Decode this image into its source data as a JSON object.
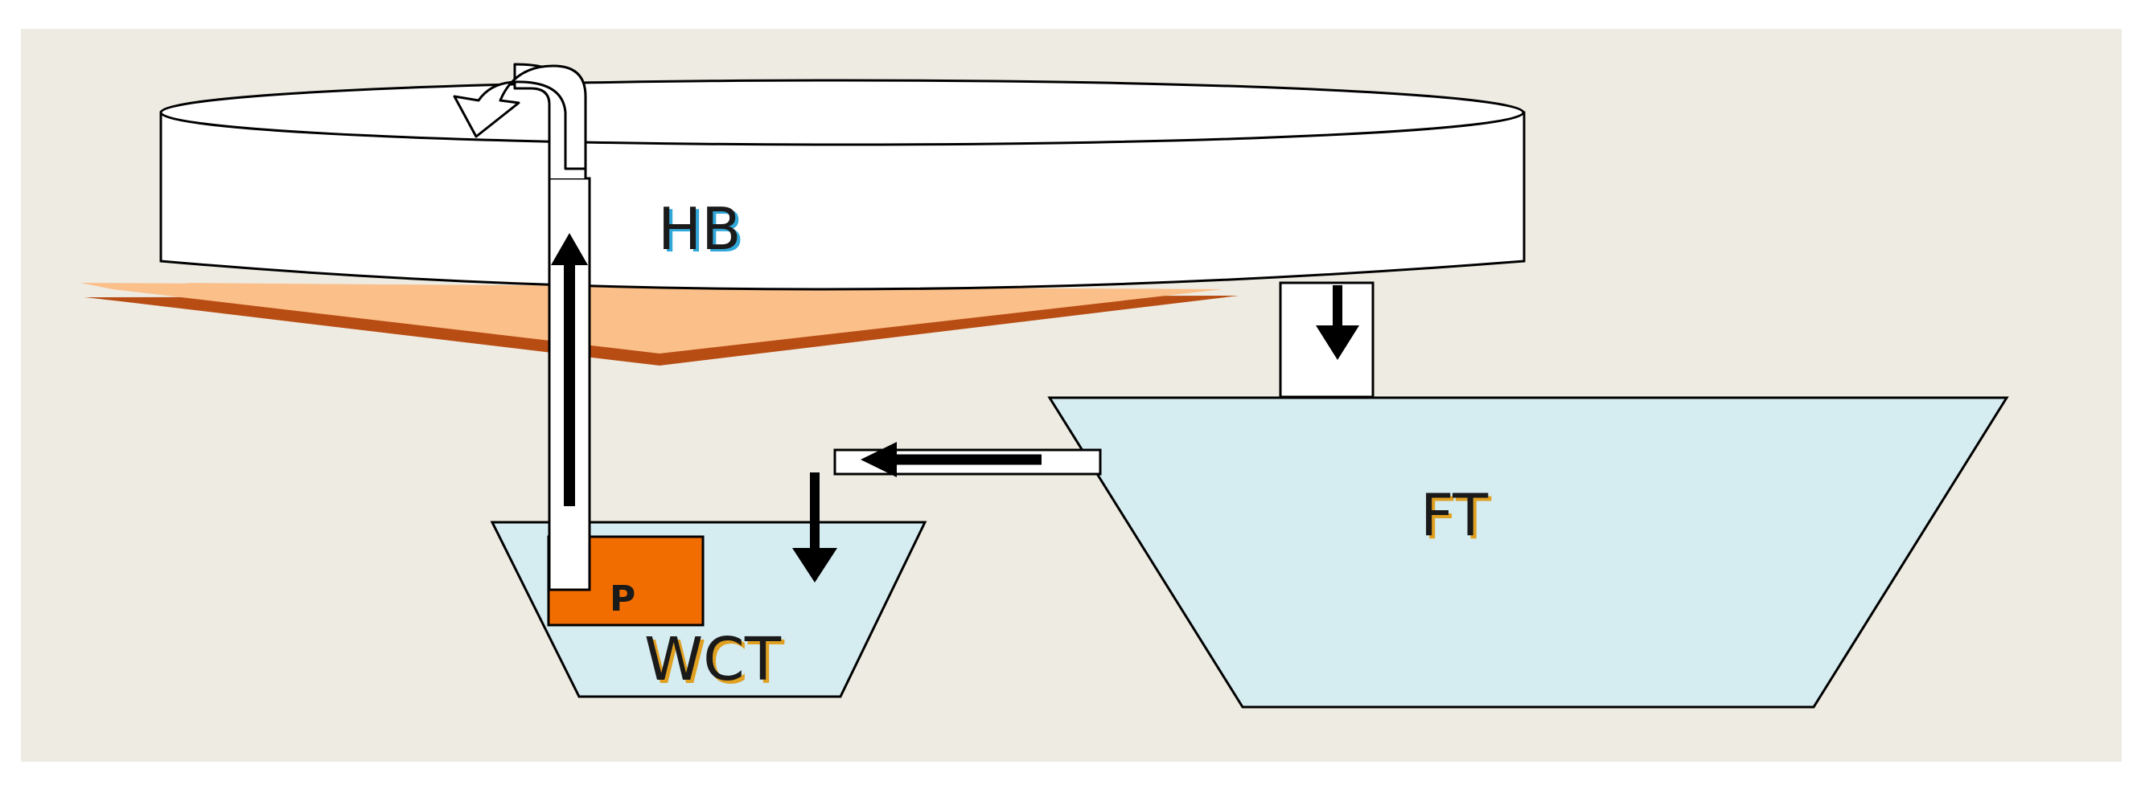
{
  "labels": {
    "hb": "HB",
    "ft": "FT",
    "wct": "WCT",
    "p": "P"
  },
  "colors": {
    "panel_background": "#eeebe2",
    "hb_fill": "#ffffff",
    "tank_fill": "#d5ecf1",
    "outline": "#000000",
    "pump_fill": "#f26d00",
    "sediment_light": "#fbbf8a",
    "sediment_dark": "#b84d14",
    "label_text": "#1a1a1a",
    "label_shadow": "#31a7d8",
    "label_shadow_warm": "#e0a020"
  },
  "icons": [
    "arrow-down-icon",
    "arrow-up-icon",
    "arrow-left-icon",
    "curved-return-arrow-icon"
  ]
}
